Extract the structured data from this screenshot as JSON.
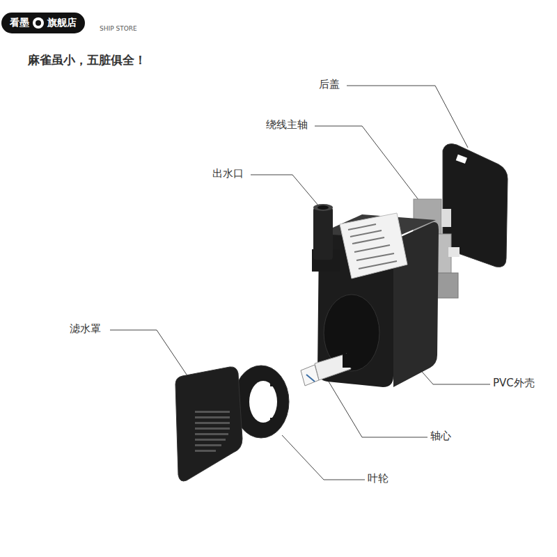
{
  "diagram": {
    "nodes": [
      {
        "text": [
          "看墨",
          "旗舰店"
        ]
      }
    ],
    "labels": [
      "SHIP STORE",
      "麻雀虽小，五脏俱全！",
      "后盖",
      "绕线主轴",
      "出水口",
      "滤水罩",
      "PVC外壳",
      "轴心",
      "叶轮"
    ]
  }
}
